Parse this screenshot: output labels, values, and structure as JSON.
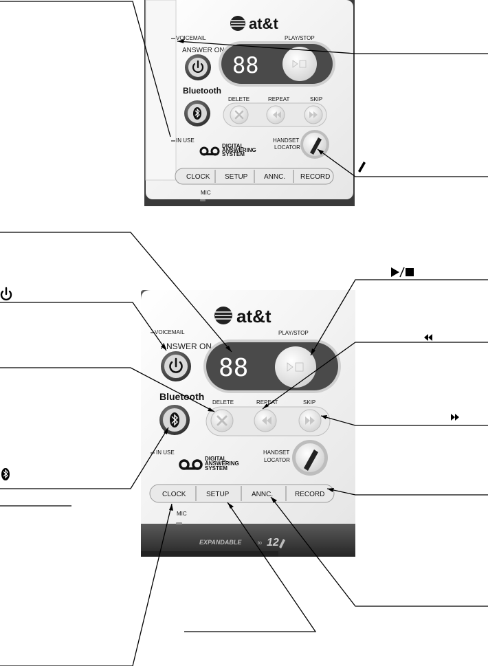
{
  "brand": {
    "logo_text": "at&t"
  },
  "labels": {
    "voicemail": "VOICEMAIL",
    "answer_on": "ANSWER ON",
    "bluetooth": "Bluetooth",
    "in_use": "IN USE",
    "play_stop": "PLAY/STOP",
    "delete": "DELETE",
    "repeat": "REPEAT",
    "skip": "SKIP",
    "handset_locator_line1": "HANDSET",
    "handset_locator_line2": "LOCATOR",
    "das_line1": "DIGITAL",
    "das_line2": "ANSWERING",
    "das_line3": "SYSTEM",
    "mic": "MIC",
    "display": "88",
    "expandable": "EXPANDABLE",
    "expandable_to": "to",
    "expandable_count": "12"
  },
  "buttons": {
    "clock": "CLOCK",
    "setup": "SETUP",
    "annc": "ANNC.",
    "record": "RECORD"
  },
  "icons": {
    "play_stop": "play-stop-icon",
    "repeat": "rewind-icon",
    "skip": "fast-forward-icon",
    "power": "power-icon",
    "bluetooth": "bluetooth-icon",
    "locator": "handset-icon"
  },
  "colors": {
    "display_bg": "#4a4a4a",
    "panel_bg": "#f4f4f4",
    "base_dark": "#3a3a3a"
  }
}
